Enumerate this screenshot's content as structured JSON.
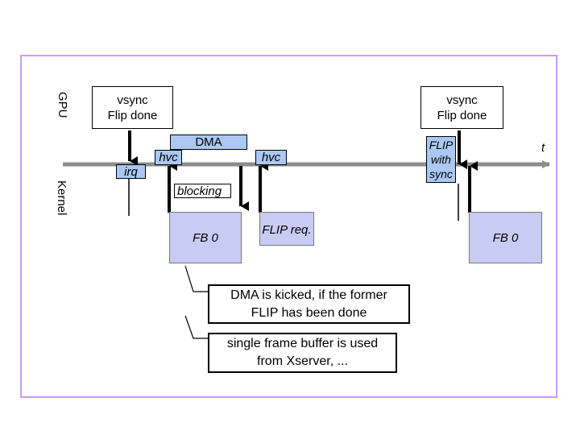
{
  "lanes": {
    "gpu": "GPU",
    "kernel": "Kernel"
  },
  "time_axis_label": "t",
  "gpu_boxes": {
    "left": "vsync\nFlip done",
    "right": "vsync\nFlip done"
  },
  "labels": {
    "dma": "DMA",
    "hvc_1": "hvc",
    "hvc_2": "hvc",
    "irq": "irq",
    "blocking": "blocking",
    "flip_with_sync": "FLIP\nwith\nsync",
    "flip_req": "FLIP req.",
    "fb0_left": "FB 0",
    "fb0_right": "FB 0"
  },
  "notes": {
    "dma_kicked": "DMA is kicked, if the former\nFLIP has been done",
    "single_frame": "single frame buffer is used\nfrom Xserver, ..."
  },
  "colors": {
    "frame_border": "#cc99ff",
    "timeline": "#8c8c8c",
    "label_fill": "#aac8f2",
    "buffer_fill": "#c8ccf4"
  }
}
